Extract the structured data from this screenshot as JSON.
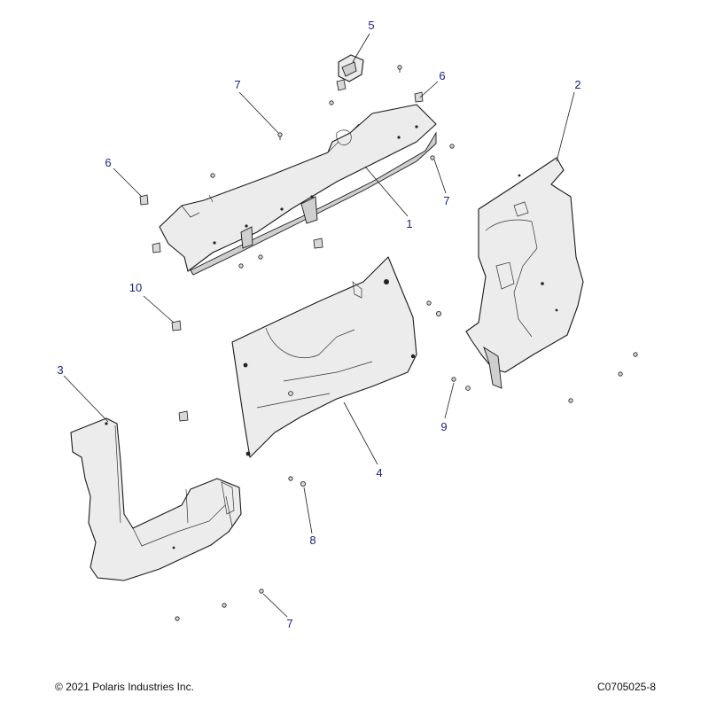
{
  "callouts": [
    {
      "id": "1",
      "label": "1"
    },
    {
      "id": "2",
      "label": "2"
    },
    {
      "id": "3",
      "label": "3"
    },
    {
      "id": "4",
      "label": "4"
    },
    {
      "id": "5",
      "label": "5"
    },
    {
      "id": "6a",
      "label": "6"
    },
    {
      "id": "6b",
      "label": "6"
    },
    {
      "id": "7a",
      "label": "7"
    },
    {
      "id": "7b",
      "label": "7"
    },
    {
      "id": "7c",
      "label": "7"
    },
    {
      "id": "8",
      "label": "8"
    },
    {
      "id": "9",
      "label": "9"
    },
    {
      "id": "10",
      "label": "10"
    }
  ],
  "footer": {
    "copyright": "© 2021 Polaris Industries Inc.",
    "drawing_number": "C0705025-8"
  },
  "colors": {
    "callout_text": "#1a237e",
    "line": "#1a1a1a",
    "part_fill": "#ececec"
  }
}
